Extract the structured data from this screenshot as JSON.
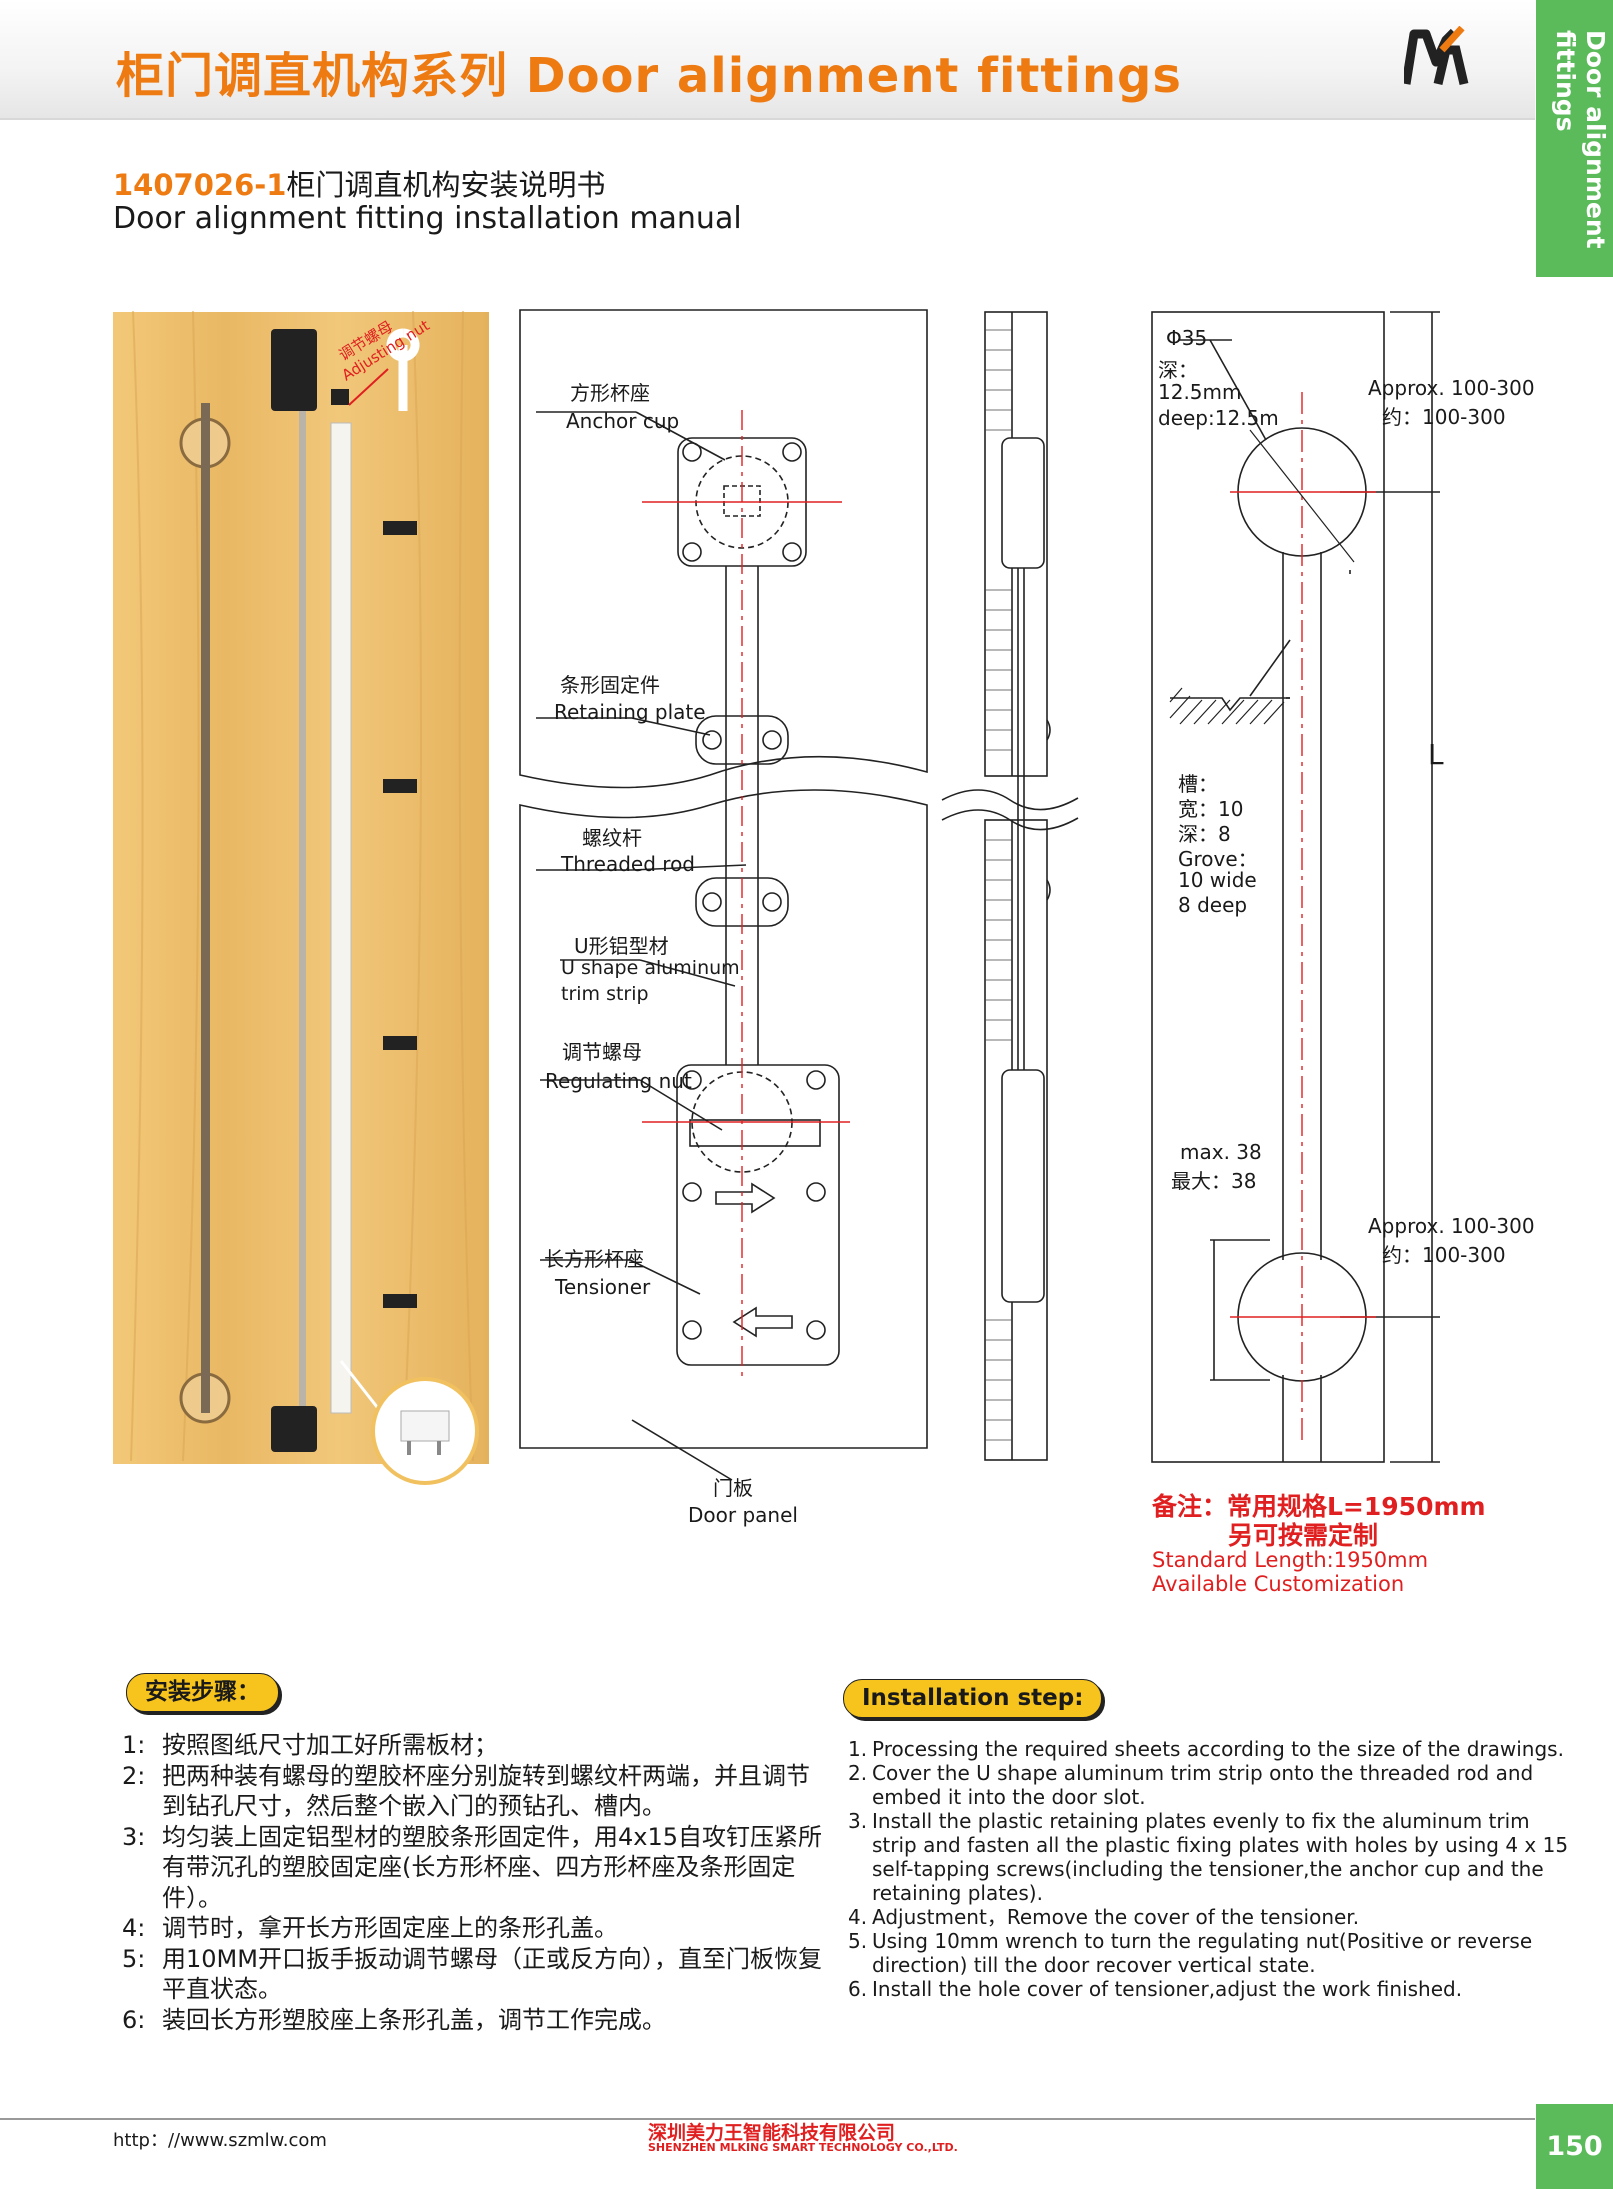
{
  "header": {
    "title_cn": "柜门调直机构系列",
    "title_en": "Door alignment fittings",
    "side_tab": "Door alignment fittings"
  },
  "manual": {
    "code": "1407026-1",
    "title_cn": "柜门调直机构安装说明书",
    "title_en": "Door alignment fitting installation manual"
  },
  "photo": {
    "nut_label_cn": "调节螺母",
    "nut_label_en": "Adjusting nut"
  },
  "front_labels": {
    "anchor_cn": "方形杯座",
    "anchor_en": "Anchor cup",
    "plate_cn": "条形固定件",
    "plate_en": "Retaining plate",
    "rod_cn": "螺纹杆",
    "rod_en": "Threaded rod",
    "trim_cn": "U形铝型材",
    "trim_en1": "U shape aluminum",
    "trim_en2": "trim strip",
    "nut_cn": "调节螺母",
    "nut_en": "Regulating nut",
    "tens_cn": "长方形杯座",
    "tens_en": "Tensioner",
    "panel_cn": "门板",
    "panel_en": "Door panel"
  },
  "dims": {
    "phi": "Φ35",
    "depth_cn": "深：",
    "depth_mm": "12.5mm",
    "depth_en": "deep:12.5m",
    "approx_en": "Approx. 100-300",
    "approx_cn": "约：100-300",
    "L": "L",
    "groove_cn": "槽：",
    "groove_w_cn": "宽：10",
    "groove_d_cn": "深：8",
    "groove_en": "Grove：",
    "groove_w_en": "10 wide",
    "groove_d_en": "8 deep",
    "max_en": "max. 38",
    "max_cn": "最大：38",
    "approx2_en": "Approx. 100-300",
    "approx2_cn": "约：100-300"
  },
  "note": {
    "cn1": "备注：常用规格L=1950mm",
    "cn2": "另可按需定制",
    "en1": "Standard Length:1950mm",
    "en2": "Available Customization"
  },
  "steps_cn": {
    "title": "安装步骤：",
    "items": [
      {
        "n": "1:",
        "t": "按照图纸尺寸加工好所需板材；"
      },
      {
        "n": "2:",
        "t": "把两种装有螺母的塑胶杯座分别旋转到螺纹杆两端，并且调节到钻孔尺寸，然后整个嵌入门的预钻孔、槽内。"
      },
      {
        "n": "3:",
        "t": "均匀装上固定铝型材的塑胶条形固定件，用4x15自攻钉压紧所有带沉孔的塑胶固定座(长方形杯座、四方形杯座及条形固定件）。"
      },
      {
        "n": "4:",
        "t": "调节时，拿开长方形固定座上的条形孔盖。"
      },
      {
        "n": "5:",
        "t": "用10MM开口扳手扳动调节螺母（正或反方向），直至门板恢复平直状态。"
      },
      {
        "n": "6:",
        "t": "装回长方形塑胶座上条形孔盖，调节工作完成。"
      }
    ]
  },
  "steps_en": {
    "title": "Installation step:",
    "items": [
      {
        "n": "1.",
        "t": "Processing the required sheets according to the size of the drawings."
      },
      {
        "n": "2.",
        "t": "Cover the U shape aluminum trim strip onto the threaded rod and embed it into the door slot."
      },
      {
        "n": "3.",
        "t": "Install the plastic retaining plates evenly to fix the aluminum trim strip and fasten all the plastic fixing plates with holes by using 4 x 15 self-tapping screws(including the tensioner,the anchor cup and the retaining plates)."
      },
      {
        "n": "4.",
        "t": "Adjustment，Remove the cover of the tensioner."
      },
      {
        "n": "5.",
        "t": "Using 10mm wrench to turn the regulating nut(Positive or reverse direction) till the door recover vertical state."
      },
      {
        "n": "6.",
        "t": "Install the hole cover of tensioner,adjust the work finished."
      }
    ]
  },
  "footer": {
    "url": "http：//www.szmlw.com",
    "company_cn": "深圳美力王智能科技有限公司",
    "company_en": "SHENZHEN MLKING SMART TECHNOLOGY CO.,LTD.",
    "page": "150"
  },
  "colors": {
    "orange": "#ee7a12",
    "green": "#5bbb5b",
    "red": "#e02020",
    "yellow": "#f7c41e"
  }
}
